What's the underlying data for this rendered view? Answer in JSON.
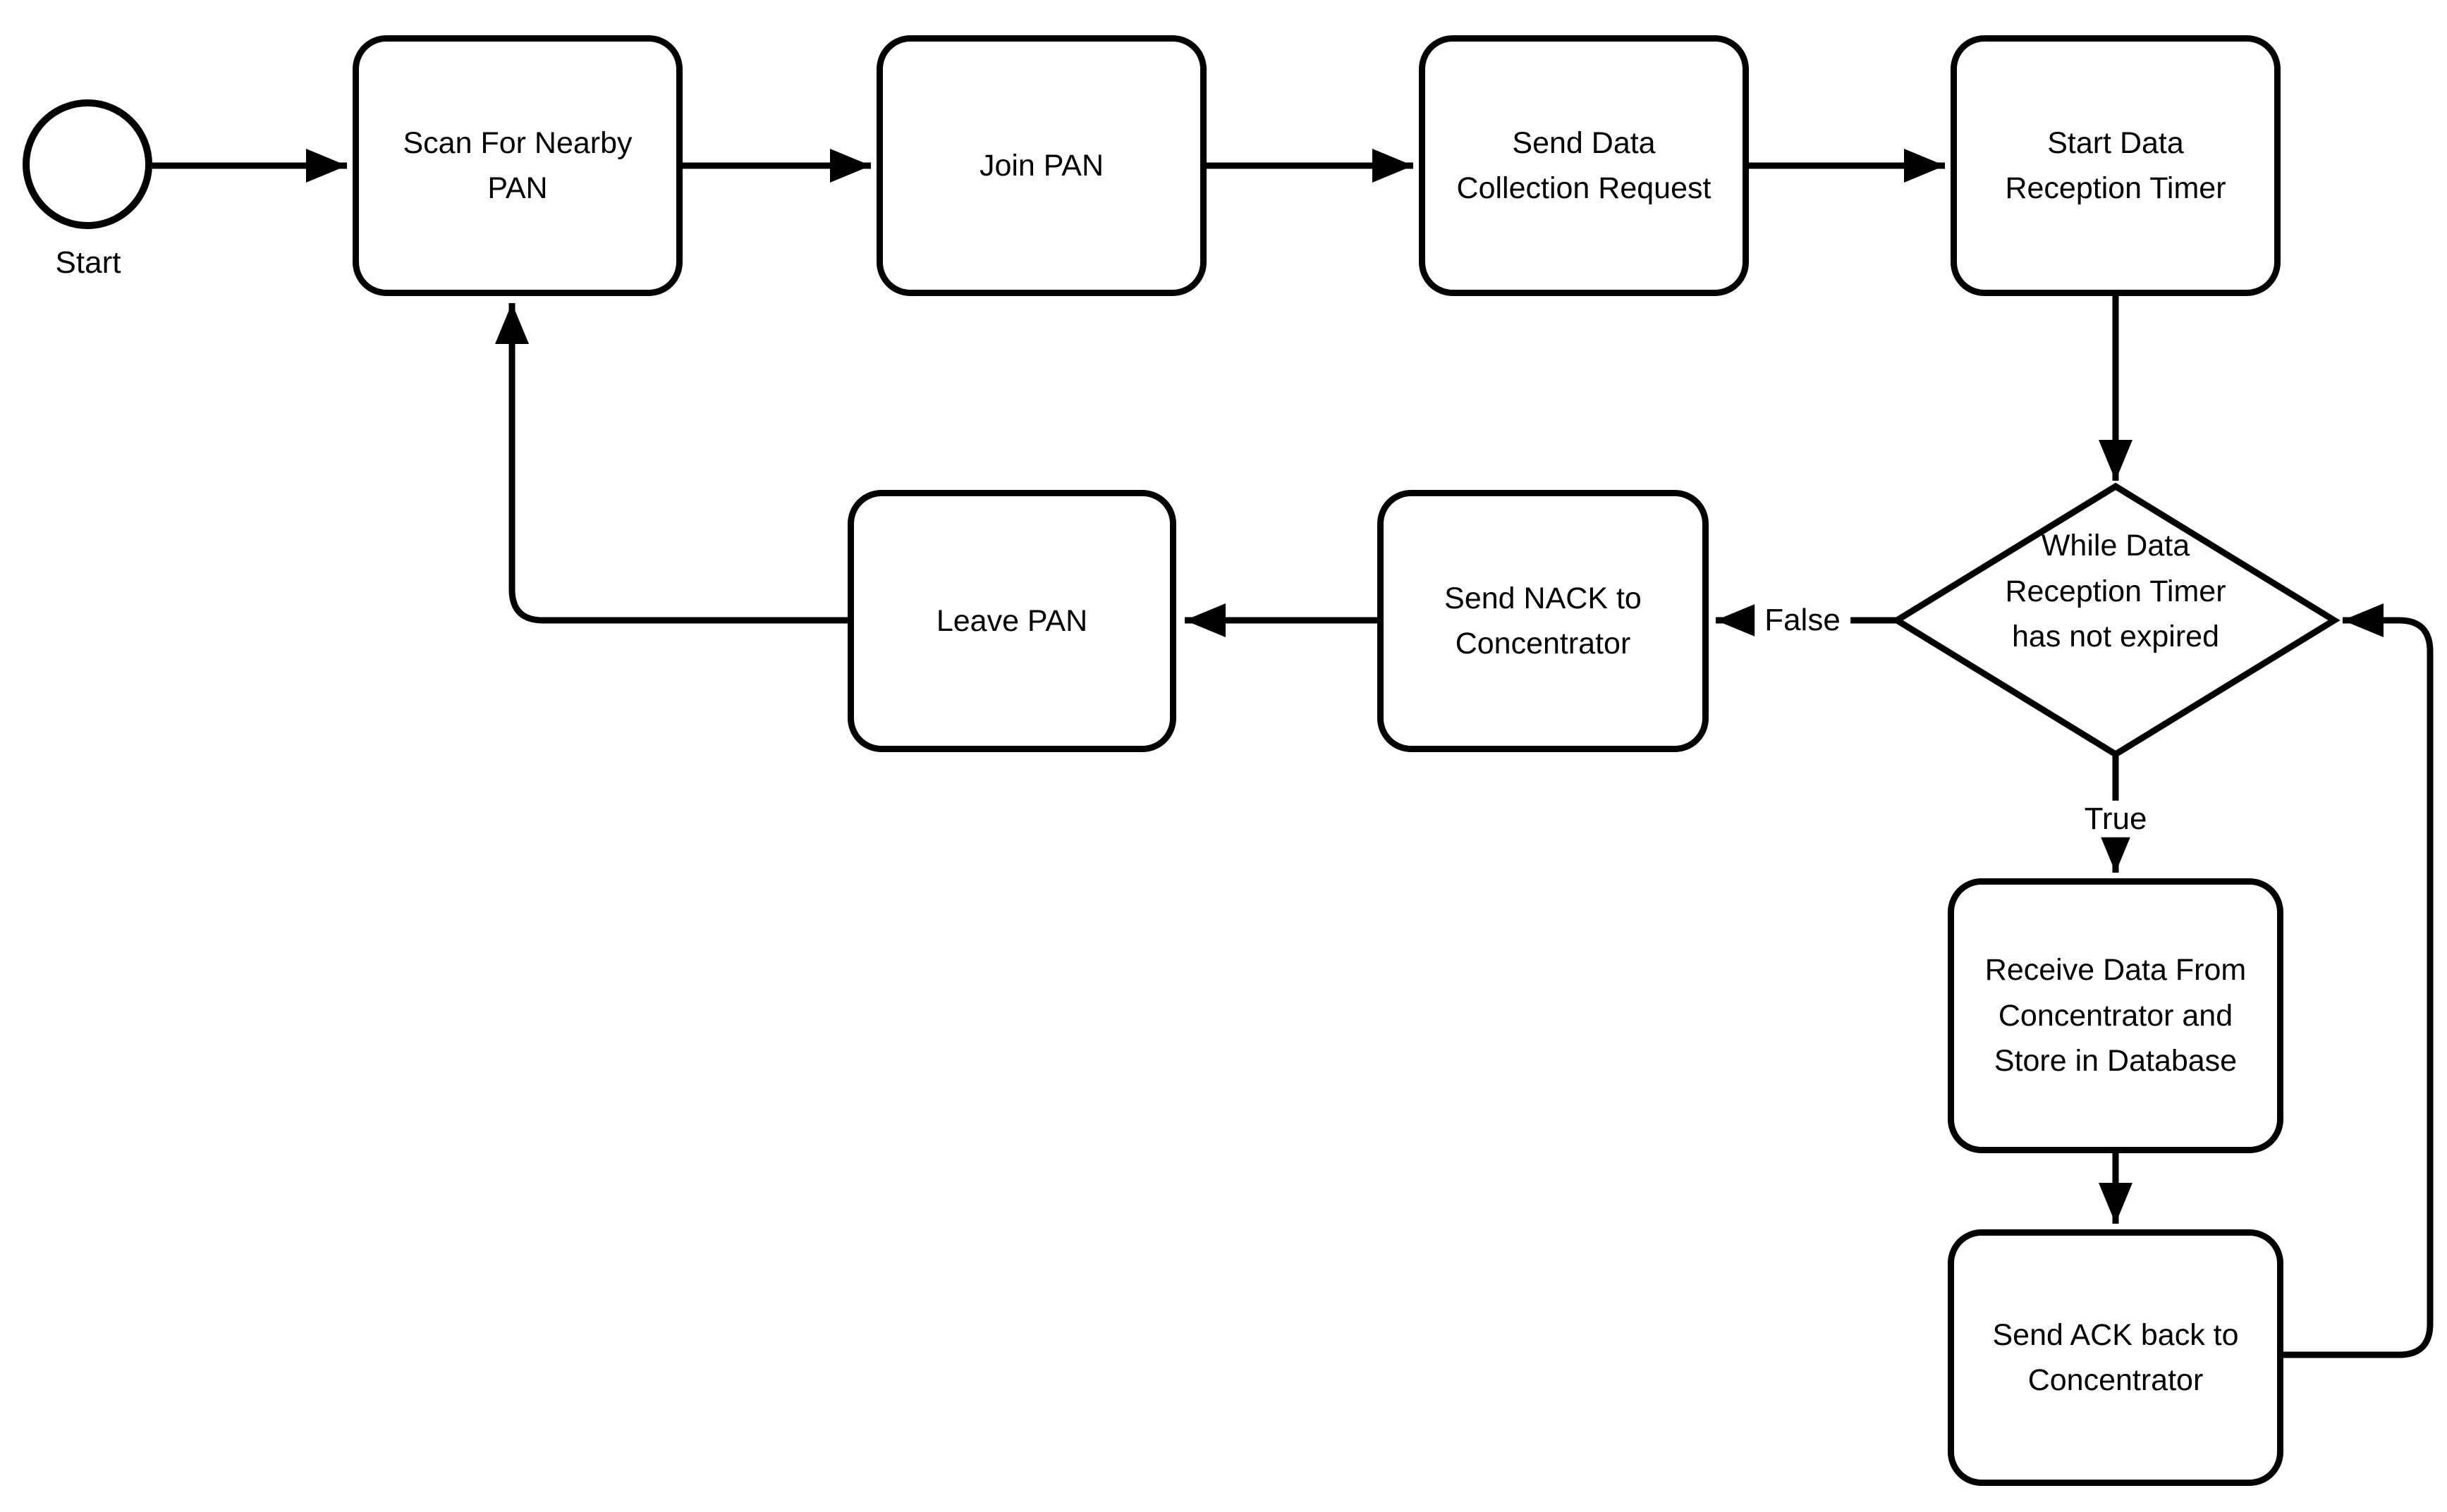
{
  "background": "#ffffff",
  "stroke_color": "#000000",
  "nodes": {
    "start": {
      "label": "Start"
    },
    "scan_pan": {
      "label": "Scan For Nearby\nPAN"
    },
    "join_pan": {
      "label": "Join PAN"
    },
    "send_data_collection_request": {
      "label": "Send Data\nCollection Request"
    },
    "start_data_reception_timer": {
      "label": "Start Data\nReception Timer"
    },
    "decision_timer_not_expired": {
      "label": "While Data\nReception Timer\nhas not expired"
    },
    "send_nack": {
      "label": "Send NACK to\nConcentrator"
    },
    "leave_pan": {
      "label": "Leave PAN"
    },
    "receive_data_store_db": {
      "label": "Receive Data From\nConcentrator and\nStore in Database"
    },
    "send_ack": {
      "label": "Send ACK back to\nConcentrator"
    }
  },
  "edge_labels": {
    "false_branch": "False",
    "true_branch": "True"
  }
}
